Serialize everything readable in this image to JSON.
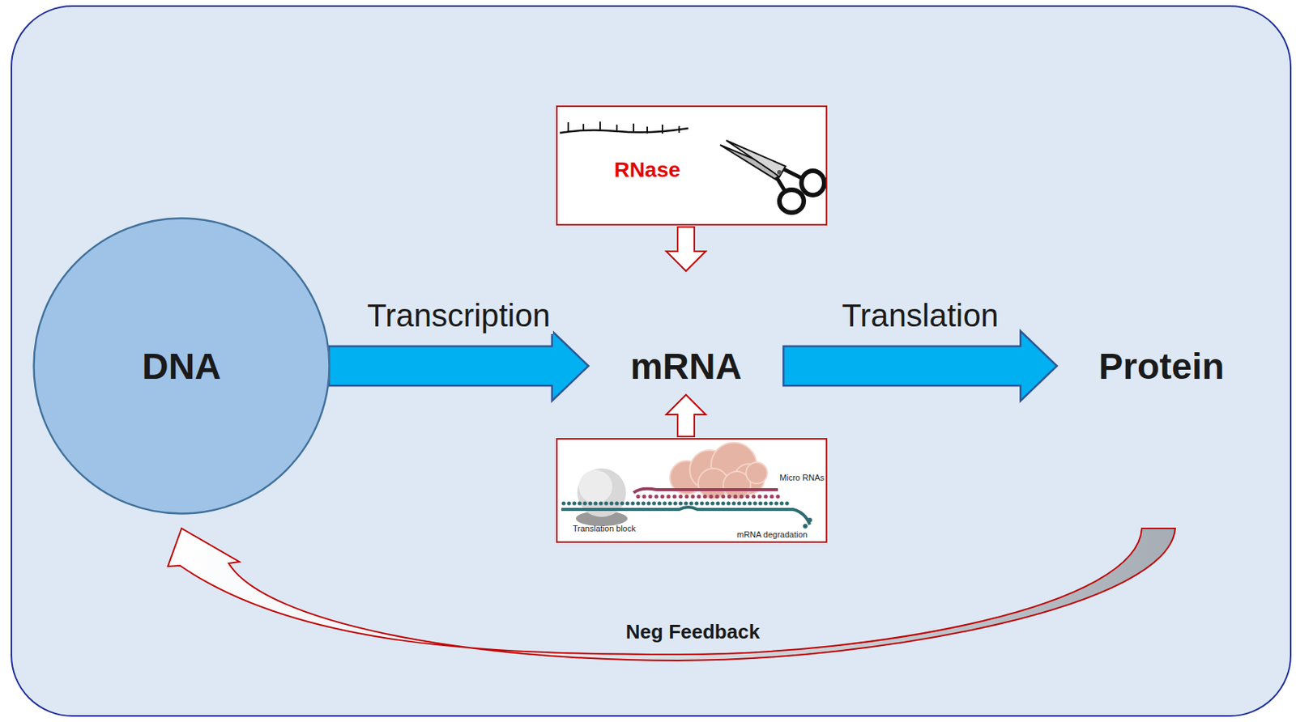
{
  "diagram": {
    "nodes": [
      {
        "text": [
          "DNA"
        ]
      },
      {
        "text": [
          "mRNA"
        ]
      },
      {
        "text": [
          "Protein"
        ]
      },
      {
        "text": [
          "RNase"
        ]
      },
      {
        "text": [
          "Micro RNAs",
          "Translation block",
          "mRNA degradation"
        ]
      }
    ],
    "edges": [
      {
        "from": 0,
        "to": 1,
        "label": "Transcription",
        "arrow": "to"
      },
      {
        "from": 1,
        "to": 2,
        "label": "Translation",
        "arrow": "to"
      },
      {
        "from": 3,
        "to": 1,
        "arrow": "to"
      },
      {
        "from": 4,
        "to": 1,
        "arrow": "to"
      },
      {
        "from": 2,
        "to": 0,
        "label": "Neg Feedback",
        "arrow": "to"
      }
    ]
  }
}
